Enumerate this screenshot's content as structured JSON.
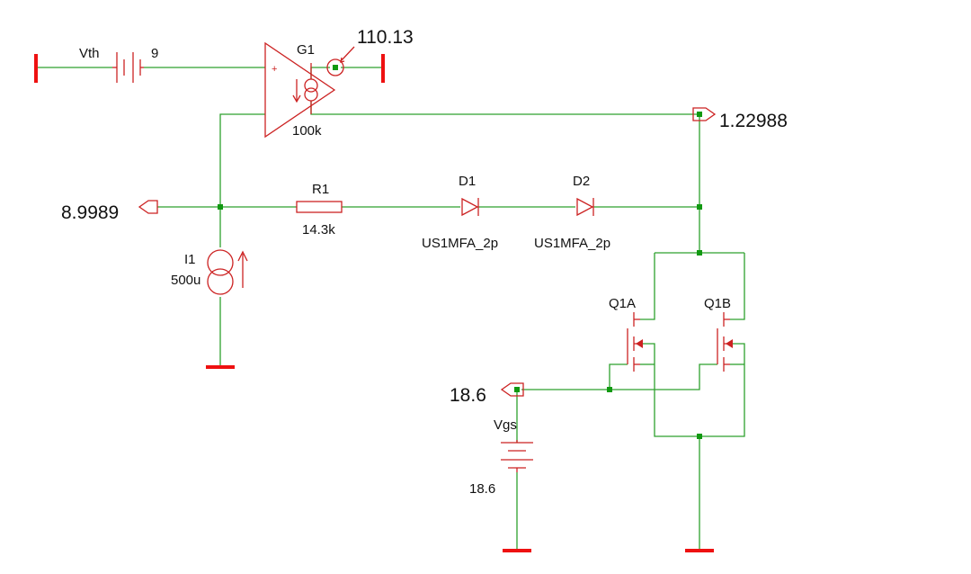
{
  "labels": {
    "vth_name": "Vth",
    "vth_value": "9",
    "g1_name": "G1",
    "g1_value": "100k",
    "g1_plus": "+",
    "out_probe": "110.13",
    "node_probe_right": "1.22988",
    "node_probe_left": "8.9989",
    "r1_name": "R1",
    "r1_value": "14.3k",
    "d1_name": "D1",
    "d1_model": "US1MFA_2p",
    "d2_name": "D2",
    "d2_model": "US1MFA_2p",
    "i1_name": "I1",
    "i1_value": "500u",
    "q1a_name": "Q1A",
    "q1b_name": "Q1B",
    "vgs_probe": "18.6",
    "vgs_name": "Vgs",
    "vgs_value": "18.6"
  },
  "colors": {
    "wire": "#2ea12e",
    "component": "#cc2222",
    "ground": "#ee1111",
    "junction": "#119911",
    "text": "#111111"
  }
}
